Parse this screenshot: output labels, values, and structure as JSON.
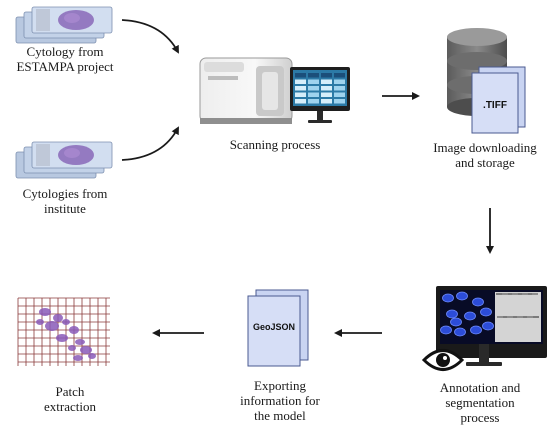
{
  "steps": {
    "cytology_estampa": {
      "line1": "Cytology from",
      "line2": "ESTAMPA project"
    },
    "cytology_institute": {
      "line1": "Cytologies from",
      "line2": "institute"
    },
    "scanning": {
      "label": "Scanning process"
    },
    "storage": {
      "line1": "Image downloading",
      "line2": "and storage",
      "file_label": ".TIFF"
    },
    "annotation": {
      "line1": "Annotation and",
      "line2": "segmentation",
      "line3": "process"
    },
    "exporting": {
      "line1": "Exporting",
      "line2": "information for",
      "line3": "the model",
      "file_label": "GeoJSON"
    },
    "patch": {
      "line1": "Patch",
      "line2": "extraction"
    }
  },
  "colors": {
    "slide_fill": "#c8d6ea",
    "stain": "#7a5aa8",
    "doc_fill": "#cfd9f4",
    "doc_stroke": "#4a5a90",
    "storage": "#6b6b6b",
    "monitor": "#2b2b2b",
    "arrow": "#1a1a1a"
  },
  "icons": [
    "slides-icon",
    "scanner-icon",
    "monitor-icon",
    "database-icon",
    "document-icon",
    "eye-icon",
    "grid-icon"
  ]
}
